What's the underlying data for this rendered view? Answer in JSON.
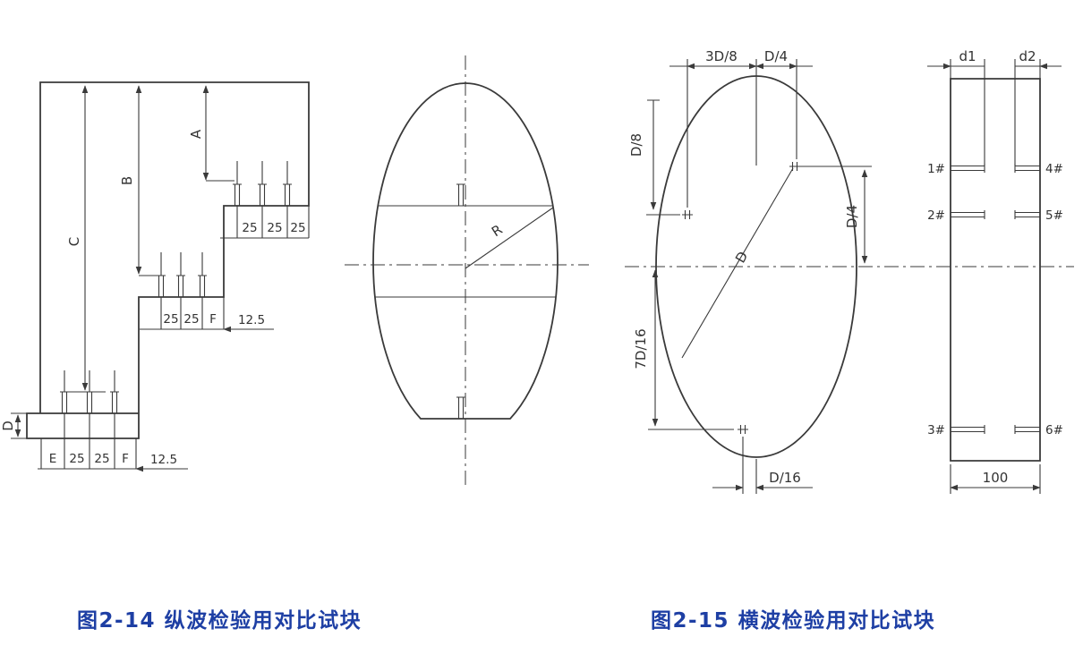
{
  "page": {
    "background": "#ffffff",
    "colors": {
      "line": "#3a3a3a",
      "dimension_text": "#333333",
      "caption_text": "#1e3fa4"
    }
  },
  "fig14": {
    "caption": "图2-14 纵波检验用对比试块",
    "block": {
      "depth_label_a": "A",
      "depth_label_b": "B",
      "depth_label_c": "C",
      "depth_label_d": "D",
      "step1_cells": [
        "25",
        "25",
        "25"
      ],
      "step2_cells": [
        "25",
        "25",
        "F"
      ],
      "step2_offset": "12.5",
      "step3_cells": [
        "E",
        "25",
        "25",
        "F"
      ],
      "step3_offset": "12.5"
    },
    "section": {
      "radius_label": "R"
    }
  },
  "fig15": {
    "caption": "图2-15  横波检验用对比试块",
    "circle": {
      "dim_top_left": "3D/8",
      "dim_top_right": "D/4",
      "dim_left_upper": "D/8",
      "dim_left_lower": "7D/16",
      "dim_right": "D/4",
      "dim_bottom": "D/16",
      "diameter_label": "D"
    },
    "side_view": {
      "dim_d1": "d1",
      "dim_d2": "d2",
      "hole_labels_left": [
        "1#",
        "2#",
        "3#"
      ],
      "hole_labels_right": [
        "4#",
        "5#",
        "6#"
      ],
      "dim_width": "100"
    }
  }
}
